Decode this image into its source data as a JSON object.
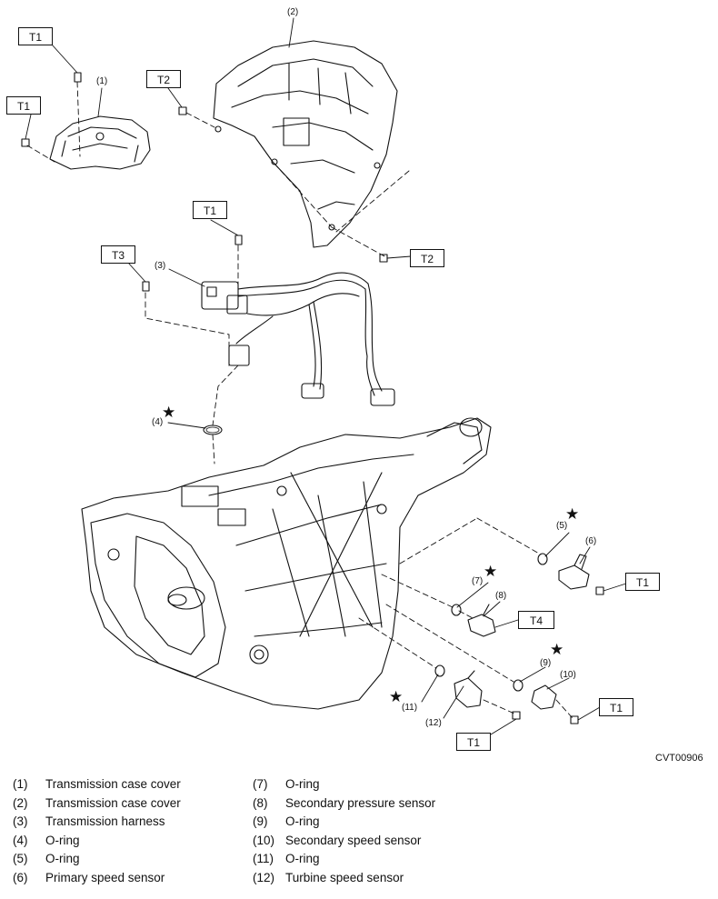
{
  "figure_ref": "CVT00906",
  "torque_tags": {
    "t1_a": "T1",
    "t1_b": "T1",
    "t2_a": "T2",
    "t2_b": "T2",
    "t1_c": "T1",
    "t3": "T3",
    "t4": "T4",
    "t1_d": "T1",
    "t1_e": "T1",
    "t1_f": "T1"
  },
  "callouts": {
    "c1": "(1)",
    "c2": "(2)",
    "c3": "(3)",
    "c4": "(4)",
    "c5": "(5)",
    "c6": "(6)",
    "c7": "(7)",
    "c8": "(8)",
    "c9": "(9)",
    "c10": "(10)",
    "c11": "(11)",
    "c12": "(12)"
  },
  "star_symbol": "★",
  "legend": {
    "left": [
      {
        "num": "(1)",
        "label": "Transmission case cover"
      },
      {
        "num": "(2)",
        "label": "Transmission case cover"
      },
      {
        "num": "(3)",
        "label": "Transmission harness"
      },
      {
        "num": "(4)",
        "label": "O-ring"
      },
      {
        "num": "(5)",
        "label": "O-ring"
      },
      {
        "num": "(6)",
        "label": "Primary speed sensor"
      }
    ],
    "right": [
      {
        "num": "(7)",
        "label": "O-ring"
      },
      {
        "num": "(8)",
        "label": "Secondary pressure sensor"
      },
      {
        "num": "(9)",
        "label": "O-ring"
      },
      {
        "num": "(10)",
        "label": "Secondary speed sensor"
      },
      {
        "num": "(11)",
        "label": "O-ring"
      },
      {
        "num": "(12)",
        "label": "Turbine speed sensor"
      }
    ]
  }
}
